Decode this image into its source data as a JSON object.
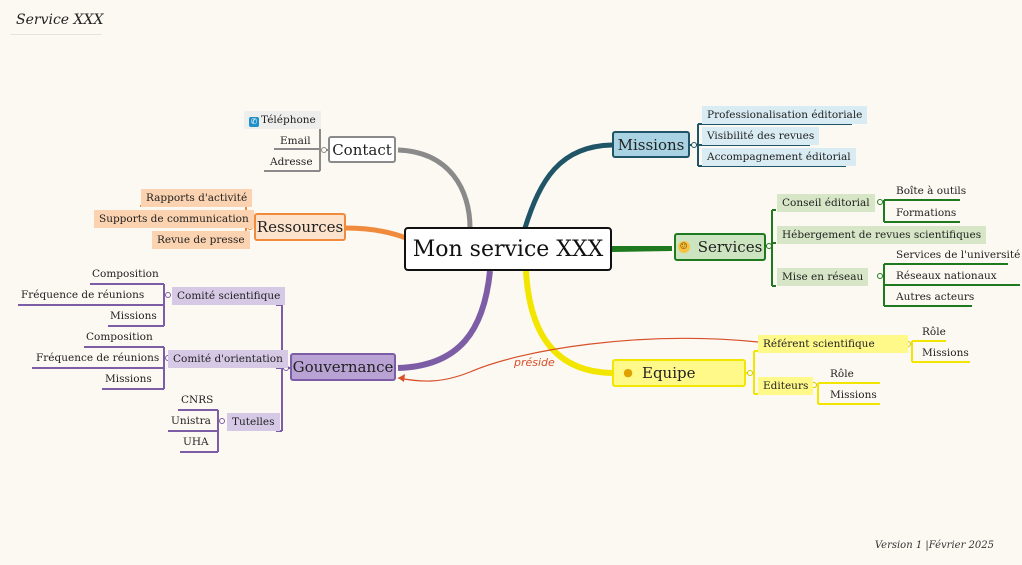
{
  "title": "Service XXX",
  "footer": "Version 1 |Février 2025",
  "center": "Mon service XXX",
  "branches": {
    "contact": {
      "label": "Contact",
      "children": [
        "Téléphone",
        "Email",
        "Adresse"
      ]
    },
    "ressources": {
      "label": "Ressources",
      "children": [
        "Rapports d'activité",
        "Supports de communication",
        "Revue de presse"
      ]
    },
    "gouvernance": {
      "label": "Gouvernance",
      "groups": [
        {
          "label": "Comité scientifique",
          "children": [
            "Composition",
            "Fréquence de réunions",
            "Missions"
          ]
        },
        {
          "label": "Comité d'orientation",
          "children": [
            "Composition",
            "Fréquence de réunions",
            "Missions"
          ]
        },
        {
          "label": "Tutelles",
          "children": [
            "CNRS",
            "Unistra",
            "UHA"
          ]
        }
      ]
    },
    "missions": {
      "label": "Missions",
      "children": [
        "Professionalisation éditoriale",
        "Visibilité des revues",
        "Accompagnement éditorial"
      ]
    },
    "services": {
      "label": "Services",
      "groups": [
        {
          "label": "Conseil éditorial",
          "children": [
            "Boîte à outils",
            "Formations"
          ]
        },
        {
          "label": "Hébergement de revues scientifiques",
          "children": []
        },
        {
          "label": "Mise en réseau",
          "children": [
            "Services de l'université",
            "Réseaux nationaux",
            "Autres acteurs"
          ]
        }
      ]
    },
    "equipe": {
      "label": "Equipe",
      "groups": [
        {
          "label": "Référent scientifique",
          "children": [
            "Rôle",
            "Missions"
          ]
        },
        {
          "label": "Editeurs",
          "children": [
            "Rôle",
            "Missions"
          ]
        }
      ]
    }
  },
  "relation_label": "préside",
  "colors": {
    "contact": "#8a8a8a",
    "ressources": "#f08a3c",
    "gouvernance": "#7d5ea6",
    "missions": "#1f5566",
    "services": "#1f7a1f",
    "equipe": "#f2e600",
    "relation": "#d7502a"
  },
  "icons": {
    "telephone": "phone-icon",
    "services": "smiley-icon",
    "equipe": "person-icon"
  }
}
